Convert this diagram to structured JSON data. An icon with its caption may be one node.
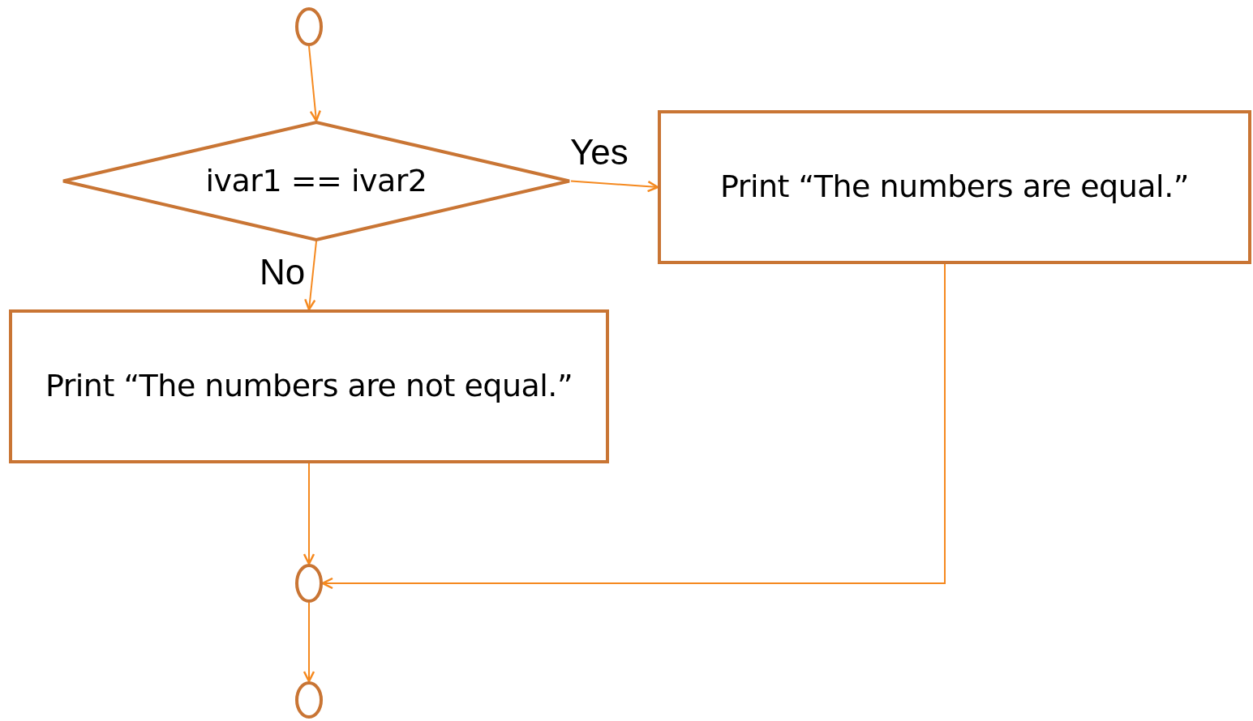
{
  "diagram": {
    "nodes": [
      {
        "text": [],
        "shape": "circle"
      },
      {
        "text": [
          "ivar1 == ivar2"
        ]
      },
      {
        "text": [
          "Print “The numbers are equal.”"
        ]
      },
      {
        "text": [
          "Print “The numbers are not equal.”"
        ]
      },
      {
        "text": [],
        "shape": "circle"
      },
      {
        "text": [],
        "shape": "circle"
      }
    ],
    "edges": [
      {
        "from": 0,
        "to": 1,
        "arrow": "to"
      },
      {
        "from": 1,
        "to": 2,
        "arrow": "to",
        "label": "Yes"
      },
      {
        "from": 1,
        "to": 3,
        "arrow": "to",
        "label": "No"
      },
      {
        "from": 3,
        "to": 4,
        "arrow": "to"
      },
      {
        "from": 2,
        "to": 4,
        "arrow": "to"
      },
      {
        "from": 4,
        "to": 5,
        "arrow": "to"
      }
    ]
  }
}
